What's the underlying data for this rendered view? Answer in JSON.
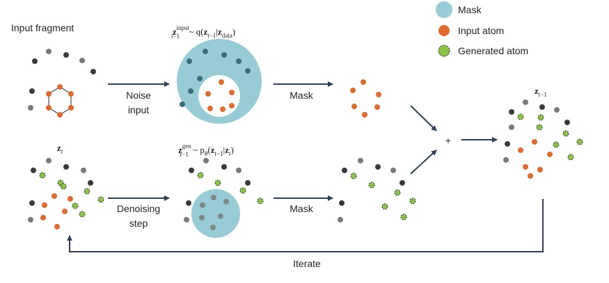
{
  "legend": {
    "mask": "Mask",
    "input_atom": "Input atom",
    "generated_atom": "Generated atom"
  },
  "labels": {
    "input_fragment": "Input fragment",
    "noise_line1": "Noise",
    "noise_line2": "input",
    "mask_top": "Mask",
    "mask_bottom": "Mask",
    "denoise_line1": "Denoising",
    "denoise_line2": "step",
    "plus": "+",
    "iterate": "Iterate"
  },
  "math": {
    "z": "z",
    "input_sup": "input",
    "gen_sup": "gen",
    "t_minus_1": "t−1",
    "t": "t",
    "data": "data",
    "q_prefix": " ~ q(",
    "p_prefix": " ~ p",
    "theta": "θ",
    "paren_open": "(",
    "bar": "|",
    "close": ")"
  },
  "colors": {
    "mask": "#97cbd6",
    "input_atom": "#e06a2c",
    "generated_atom": "#8bc34a",
    "dark_atom": "#3a3a3a",
    "gray_atom": "#7a7a7a",
    "arrow": "#2e3f55"
  }
}
